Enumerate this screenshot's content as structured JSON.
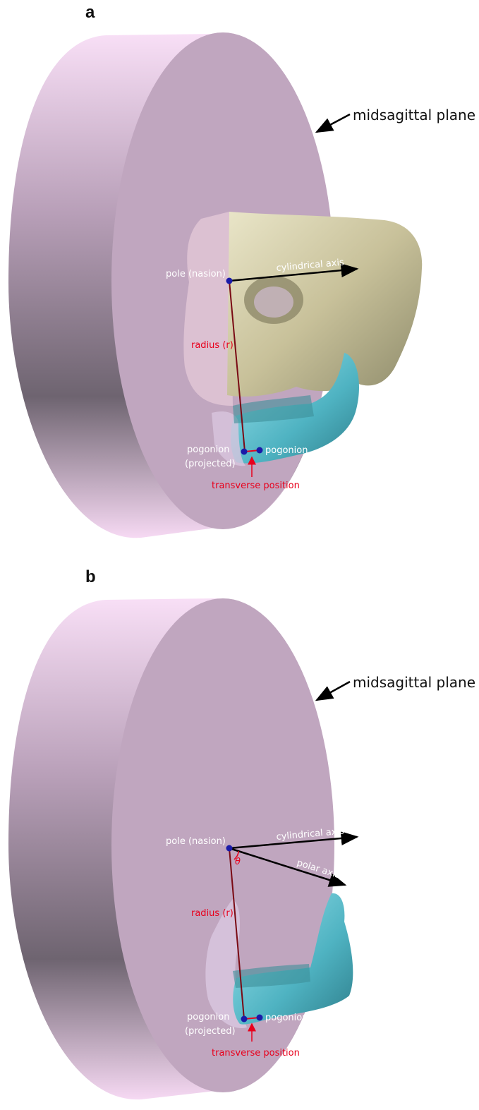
{
  "panels": [
    {
      "letter": "a",
      "midsagittal_label": "midsagittal plane",
      "pole_label": "pole (nasion)",
      "cyl_axis_label": "cylindrical axis",
      "radius_label": "radius (r)",
      "pogonion_label": "pogonion",
      "pogonion_projected_line1": "pogonion",
      "pogonion_projected_line2": "(projected)",
      "transverse_label": "transverse position"
    },
    {
      "letter": "b",
      "midsagittal_label": "midsagittal plane",
      "pole_label": "pole (nasion)",
      "cyl_axis_label": "cylindrical axis",
      "polar_axis_label": "polar axis",
      "theta_label": "θ",
      "radius_label": "radius (r)",
      "pogonion_label": "pogonion",
      "pogonion_projected_line1": "pogonion",
      "pogonion_projected_line2": "(projected)",
      "transverse_label": "transverse position"
    }
  ],
  "colors": {
    "disc_face": "#c0a6bf",
    "label_red": "#e8001c",
    "radius_line": "#7a0a14",
    "skull": "#d8d3b0",
    "mandible": "#5fc0cc",
    "point": "#1a1aa8"
  }
}
